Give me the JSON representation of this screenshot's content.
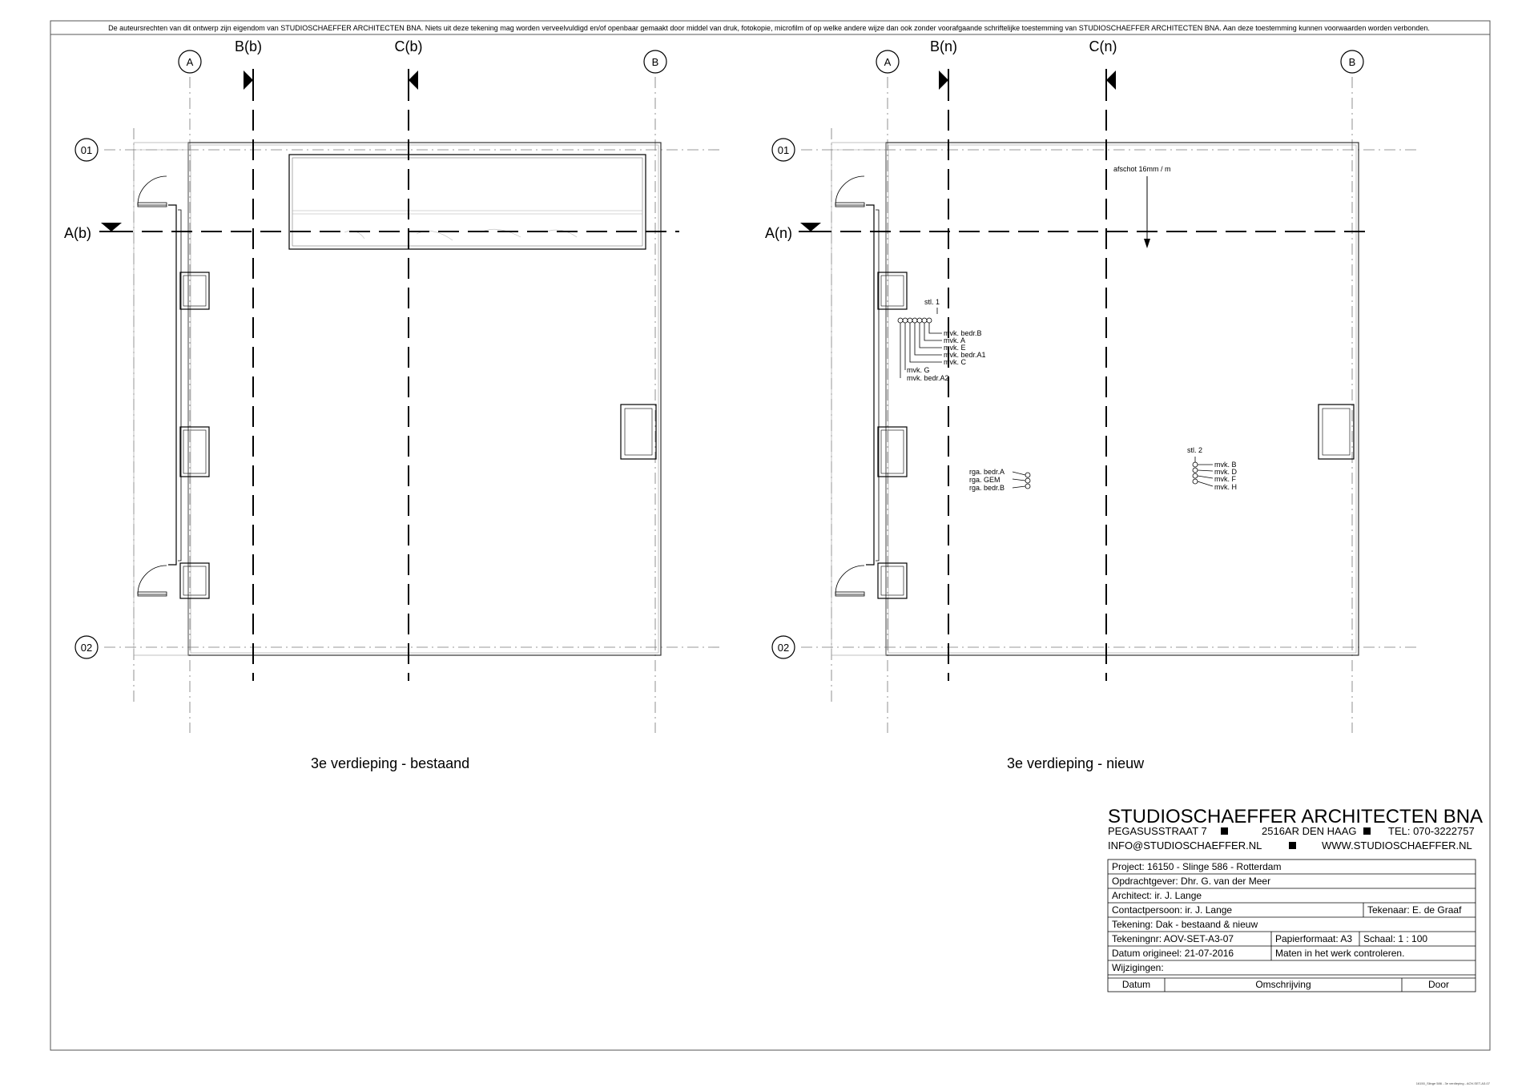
{
  "copyright": "De auteursrechten van dit ontwerp zijn eigendom van STUDIOSCHAEFFER ARCHITECTEN BNA. Niets uit deze tekening mag worden verveelvuldigd en/of openbaar gemaakt door middel van druk, fotokopie, microfilm of op welke andere wijze dan ook zonder voorafgaande schriftelijke toestemming van STUDIOSCHAEFFER ARCHITECTEN BNA. Aan deze toestemming kunnen voorwaarden worden verbonden.",
  "plans": {
    "existing": {
      "title": "3e verdieping - bestaand",
      "grid_a": "A",
      "grid_b": "B",
      "section_b": "B(b)",
      "section_c": "C(b)",
      "section_a": "A(b)",
      "row_01": "01",
      "row_02": "02"
    },
    "new": {
      "title": "3e verdieping - nieuw",
      "grid_a": "A",
      "grid_b": "B",
      "section_b": "B(n)",
      "section_c": "C(n)",
      "section_a": "A(n)",
      "row_01": "01",
      "row_02": "02",
      "slope_note": "afschot 16mm / m",
      "stl1_label": "stl. 1",
      "stl1_items": [
        "mvk. bedr.B",
        "mvk. A",
        "mvk. E",
        "mvk. bedr.A1",
        "mvk. C",
        "mvk. G",
        "mvk. bedr.A2"
      ],
      "rga_items": [
        "rga. bedr.A",
        "rga. GEM",
        "rga. bedr.B"
      ],
      "stl2_label": "stl. 2",
      "stl2_items": [
        "mvk. B",
        "mvk. D",
        "mvk. F",
        "mvk. H"
      ]
    }
  },
  "firm": {
    "name": "STUDIOSCHAEFFER ARCHITECTEN BNA",
    "street": "PEGASUSSTRAAT 7",
    "city": "2516AR DEN HAAG",
    "tel": "TEL: 070-3222757",
    "email": "INFO@STUDIOSCHAEFFER.NL",
    "web": "WWW.STUDIOSCHAEFFER.NL"
  },
  "title_block": {
    "project": "Project: 16150 - Slinge 586 - Rotterdam",
    "client": "Opdrachtgever: Dhr. G. van der Meer",
    "architect": "Architect: ir. J. Lange",
    "contact": "Contactpersoon: ir. J. Lange",
    "drafter": "Tekenaar: E. de Graaf",
    "drawing": "Tekening: Dak - bestaand & nieuw",
    "drawing_no": "Tekeningnr: AOV-SET-A3-07",
    "paper": "Papierformaat: A3",
    "scale": "Schaal:  1 : 100",
    "date_orig": "Datum origineel: 21-07-2016",
    "note": "Maten in het werk controleren.",
    "changes": "Wijzigingen:",
    "col_date": "Datum",
    "col_desc": "Omschrijving",
    "col_by": "Door"
  },
  "footer": "16150_Slinge 586 - 3e verdieping - AOV-SET-A3-07"
}
